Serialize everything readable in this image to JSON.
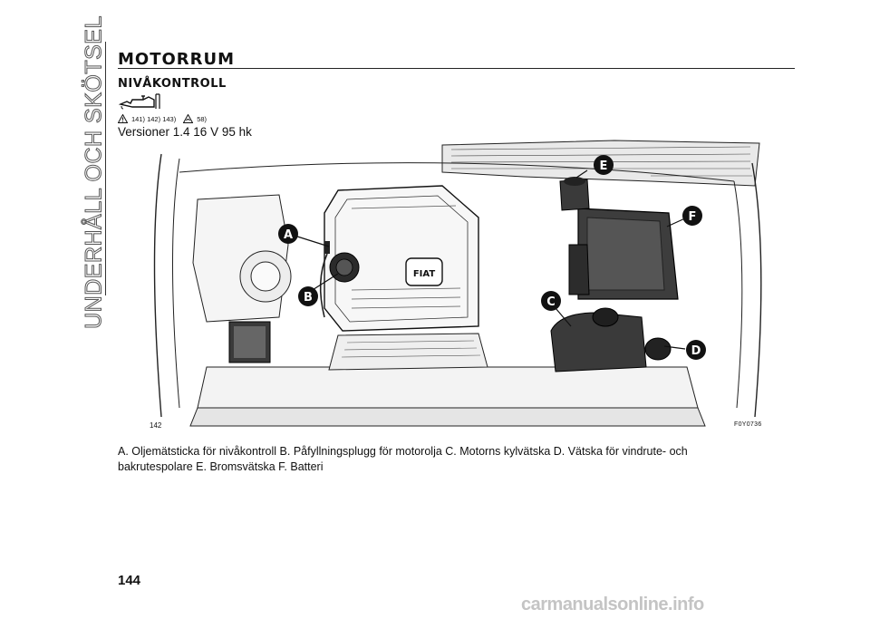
{
  "sidebar": {
    "chapter": "UNDERHÅLL OCH SKÖTSEL"
  },
  "header": {
    "section_title": "MOTORRUM",
    "subsection_title": "NIVÅKONTROLL"
  },
  "references": {
    "warning_refs": "141) 142) 143)",
    "attention_refs": "58)",
    "warning_icon": "warning-triangle-icon",
    "attention_icon": "attention-triangle-icon",
    "oil_icon": "oil-can-icon"
  },
  "version_heading": "Versioner 1.4 16 V 95 hk",
  "figure": {
    "number": "142",
    "code": "F0Y0736",
    "labels": {
      "a": "A",
      "b": "B",
      "c": "C",
      "d": "D",
      "e": "E",
      "f": "F"
    },
    "brand_badge": "FIAT"
  },
  "caption": "A. Oljemätsticka för nivåkontroll B. Påfyllningsplugg för motorolja C. Motorns kylvätska D. Vätska för vindrute- och bakrutespolare E. Bromsvätska F. Batteri",
  "page_number": "144",
  "watermark": "carmanualsonline.info"
}
